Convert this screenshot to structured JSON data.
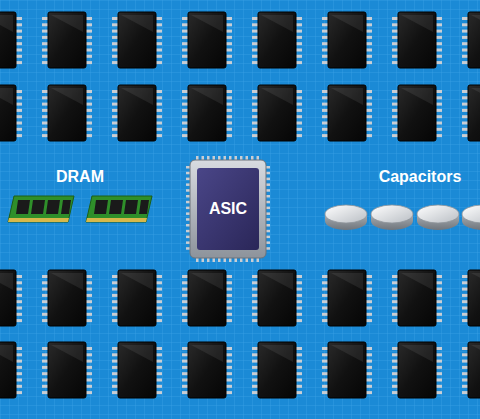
{
  "diagram": {
    "nodes": [
      {
        "text": [
          "ASIC"
        ]
      }
    ],
    "labels": [
      "DRAM",
      "Capacitors"
    ]
  }
}
